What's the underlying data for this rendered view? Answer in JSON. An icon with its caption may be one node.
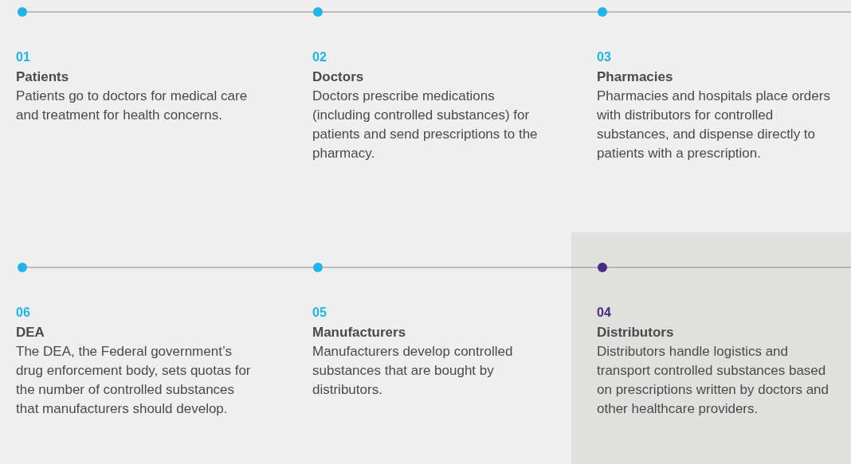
{
  "diagram": {
    "nodes": [
      {
        "text": [],
        "shape": "circle"
      },
      {
        "text": [],
        "shape": "circle"
      },
      {
        "text": [],
        "shape": "circle"
      },
      {
        "text": [
          "01",
          "Patients",
          "Patients go to doctors for medical care and treatment for health concerns."
        ]
      },
      {
        "text": [
          "02",
          "Doctors",
          "Doctors prescribe medications (including controlled substances) for patients and send prescriptions to the pharmacy."
        ]
      },
      {
        "text": [
          "03",
          "Pharmacies",
          "Pharmacies and hospitals place orders with distributors for controlled substances, and dispense directly to patients with a prescription."
        ]
      },
      {
        "text": [],
        "shape": "box"
      },
      {
        "text": [],
        "shape": "circle"
      },
      {
        "text": [],
        "shape": "circle"
      },
      {
        "text": [],
        "shape": "circle",
        "in": 6
      },
      {
        "text": [
          "06",
          "DEA",
          "The DEA, the Federal government’s drug enforcement body, sets quotas for the number of controlled substances that manufacturers should develop."
        ]
      },
      {
        "text": [
          "05",
          "Manufacturers",
          "Manufacturers develop controlled substances that are bought by distributors."
        ]
      },
      {
        "text": [
          "04",
          "Distributors",
          "Distributors handle logistics and transport controlled substances based on prescriptions written by doctors and other healthcare providers."
        ],
        "in": 6
      }
    ],
    "edges": [
      {
        "from": 0,
        "to": 1,
        "arrow": "none"
      },
      {
        "from": 1,
        "to": 2,
        "arrow": "none"
      },
      {
        "from": 2,
        "to": null,
        "arrow": "none"
      },
      {
        "from": 7,
        "to": 8,
        "arrow": "none"
      },
      {
        "from": 8,
        "to": 9,
        "arrow": "none"
      },
      {
        "from": 9,
        "to": null,
        "arrow": "none"
      }
    ]
  }
}
